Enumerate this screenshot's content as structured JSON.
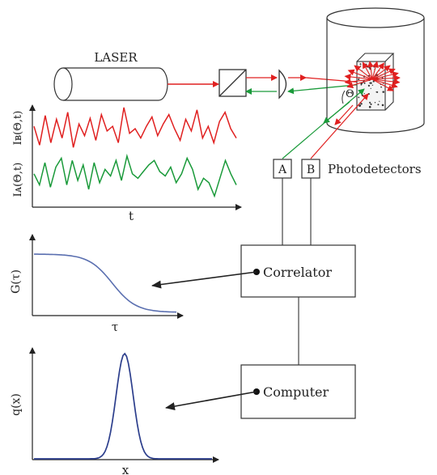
{
  "labels": {
    "laser": "LASER",
    "photodetectors": "Photodetectors",
    "detector_a": "A",
    "detector_b": "B",
    "correlator": "Correlator",
    "computer": "Computer",
    "theta": "Θ",
    "signal_b_label": "Iʙ(Θ,t)",
    "signal_a_label": "Iᴀ(Θ,t)",
    "signal_t_axis": "t",
    "corr_y_axis": "G(τ)",
    "corr_x_axis": "τ",
    "dist_y_axis": "q(x)",
    "dist_x_axis": "x"
  },
  "colors": {
    "laser_beam": "#e02020",
    "scattered_beam": "#1a9a3a",
    "curve": "#5a6fb0",
    "line": "#222222"
  },
  "signals": {
    "b": [
      0.55,
      0.15,
      0.78,
      0.2,
      0.7,
      0.3,
      0.85,
      0.1,
      0.6,
      0.35,
      0.72,
      0.25,
      0.8,
      0.45,
      0.55,
      0.2,
      0.95,
      0.4,
      0.5,
      0.3,
      0.55,
      0.75,
      0.35,
      0.6,
      0.8,
      0.5,
      0.25,
      0.7,
      0.45,
      0.9,
      0.3,
      0.55,
      0.2,
      0.65,
      0.85,
      0.5,
      0.3
    ],
    "a": [
      0.55,
      0.3,
      0.8,
      0.25,
      0.7,
      0.9,
      0.3,
      0.85,
      0.4,
      0.75,
      0.2,
      0.8,
      0.35,
      0.65,
      0.5,
      0.85,
      0.4,
      0.95,
      0.55,
      0.45,
      0.6,
      0.75,
      0.85,
      0.6,
      0.5,
      0.7,
      0.35,
      0.55,
      0.9,
      0.65,
      0.2,
      0.45,
      0.35,
      0.05,
      0.45,
      0.85,
      0.55,
      0.3
    ]
  }
}
